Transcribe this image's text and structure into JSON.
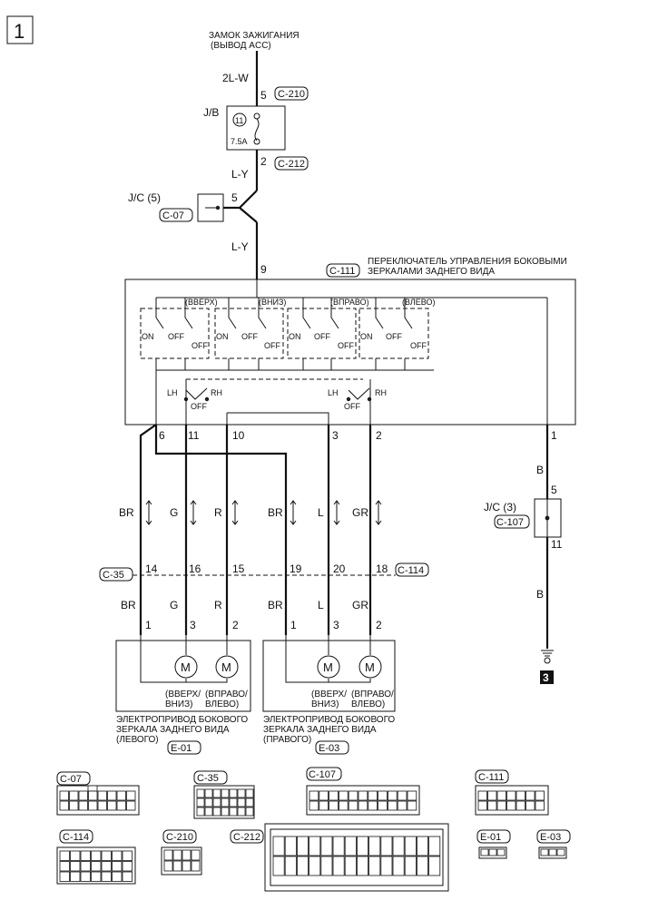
{
  "page_label": "1",
  "source": {
    "line1": "ЗАМОК ЗАЖИГАНИЯ",
    "line2": "(ВЫВОД ACC)"
  },
  "jb": {
    "label": "J/B",
    "fuse_no": "11",
    "fuse_rating": "7.5A"
  },
  "jc5": {
    "label": "J/C (5)",
    "connector": "C-07",
    "pin": "5"
  },
  "jc3": {
    "label": "J/C (3)",
    "connector": "C-107",
    "pin_in": "5",
    "pin_out": "11"
  },
  "connectors": {
    "c210": "C-210",
    "c212": "C-212",
    "c111": "C-111",
    "c35": "C-35",
    "c114": "C-114"
  },
  "wires": {
    "w2lw": "2L-W",
    "wly1": "L-Y",
    "wly2": "L-Y",
    "wb1": "B",
    "wb2": "B",
    "br1": "BR",
    "g1": "G",
    "r1": "R",
    "br2": "BR",
    "l1": "L",
    "gr1": "GR",
    "br3": "BR",
    "g2": "G",
    "r2": "R",
    "br4": "BR",
    "l2": "L",
    "gr2": "GR"
  },
  "pins": {
    "p5": "5",
    "p2": "2",
    "p9": "9",
    "s6": "6",
    "s11": "11",
    "s10": "10",
    "s3": "3",
    "s2": "2",
    "s1": "1",
    "m14": "14",
    "m16": "16",
    "m15": "15",
    "m19": "19",
    "m20": "20",
    "m18": "18",
    "l1": "1",
    "l3": "3",
    "l2": "2",
    "r1": "1",
    "r3": "3",
    "r2": "2"
  },
  "switch": {
    "title_line1": "ПЕРЕКЛЮЧАТЕЛЬ УПРАВЛЕНИЯ БОКОВЫМИ",
    "title_line2": "ЗЕРКАЛАМИ ЗАДНЕГО ВИДА",
    "up": "(ВВЕРХ)",
    "down": "(ВНИЗ)",
    "right": "(ВПРАВО)",
    "left": "(ВЛЕВО)",
    "on": "ON",
    "off": "OFF",
    "lh": "LH",
    "rh": "RH"
  },
  "motor": {
    "symbol": "M",
    "ud_line1": "(ВВЕРХ/",
    "ud_line2": "ВНИЗ)",
    "rl_line1": "(ВПРАВО/",
    "rl_line2": "ВЛЕВО)"
  },
  "left_actuator": {
    "line1": "ЭЛЕКТРОПРИВОД БОКОВОГО",
    "line2": "ЗЕРКАЛА ЗАДНЕГО ВИДА",
    "line3": "(ЛЕВОГО)",
    "connector": "E-01"
  },
  "right_actuator": {
    "line1": "ЭЛЕКТРОПРИВОД БОКОВОГО",
    "line2": "ЗЕРКАЛА ЗАДНЕГО ВИДА",
    "line3": "(ПРАВОГО)",
    "connector": "E-03"
  },
  "ground_label": "3",
  "connector_views": {
    "c07": "C-07",
    "c35": "C-35",
    "c107": "C-107",
    "c111": "C-111",
    "c114": "C-114",
    "c210": "C-210",
    "c212": "C-212",
    "e01": "E-01",
    "e03": "E-03"
  }
}
